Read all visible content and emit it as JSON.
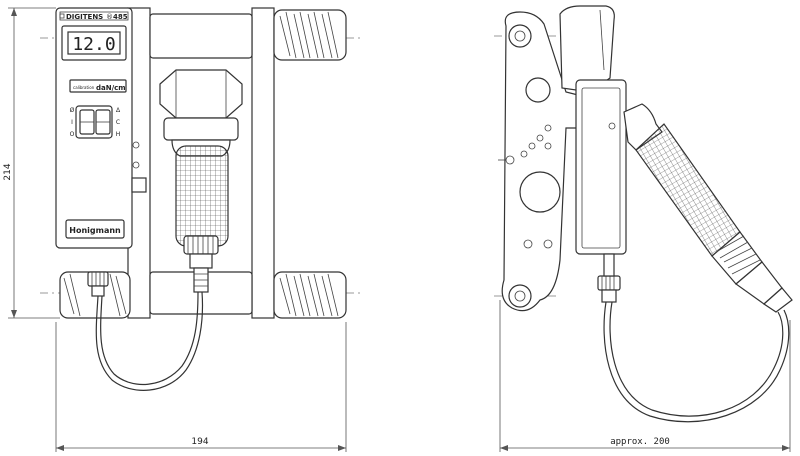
{
  "device": {
    "brand": "DIGITENS",
    "reg_mark": "®",
    "model": "485",
    "reading": "12.0",
    "calibration_label": "calibration",
    "unit": "daN/cm",
    "switch_left": [
      "Ø",
      "I",
      "O"
    ],
    "switch_right": [
      "Δ",
      "C",
      "H"
    ],
    "maker": "Honigmann"
  },
  "dimensions": {
    "width": "194",
    "height": "214",
    "depth": "approx. 200"
  }
}
